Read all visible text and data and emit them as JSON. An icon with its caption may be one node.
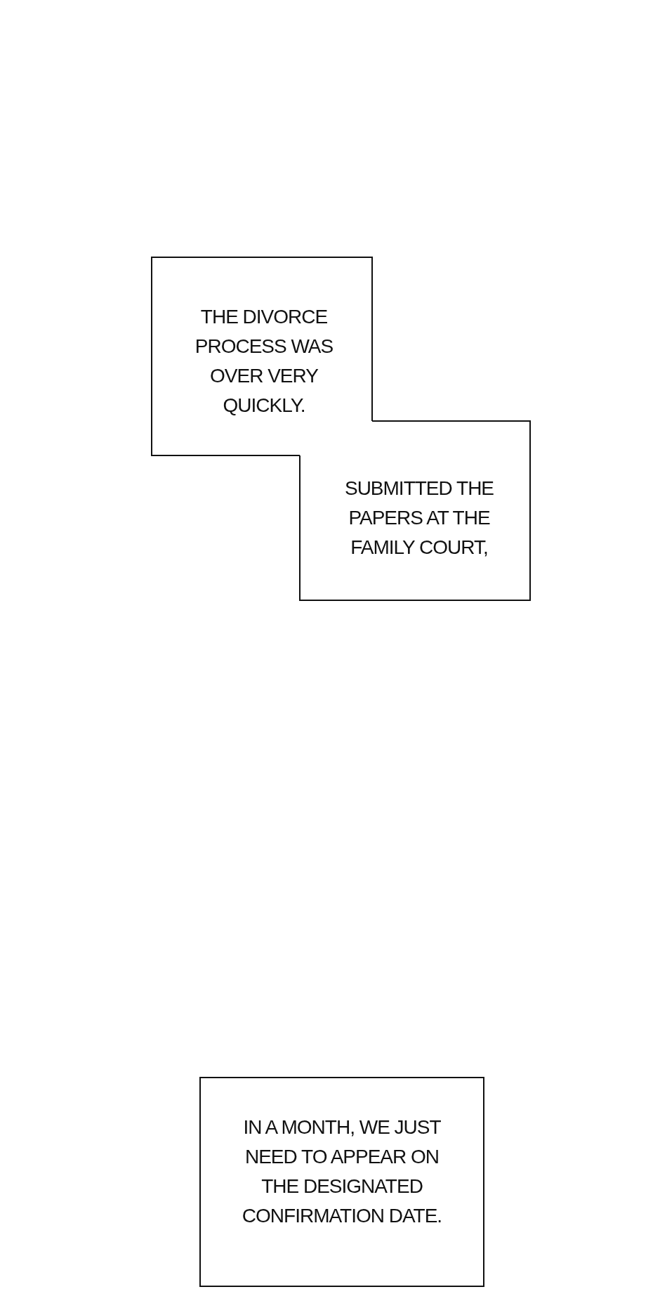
{
  "diagram": {
    "nodes": [
      {
        "text": [
          "THE DIVORCE PROCESS WAS OVER VERY QUICKLY."
        ]
      },
      {
        "text": [
          "SUBMITTED THE PAPERS AT THE FAMILY COURT,"
        ]
      },
      {
        "text": [
          "IN A MONTH, WE JUST NEED TO APPEAR ON THE DESIGNATED CONFIRMATION DATE."
        ]
      }
    ]
  }
}
